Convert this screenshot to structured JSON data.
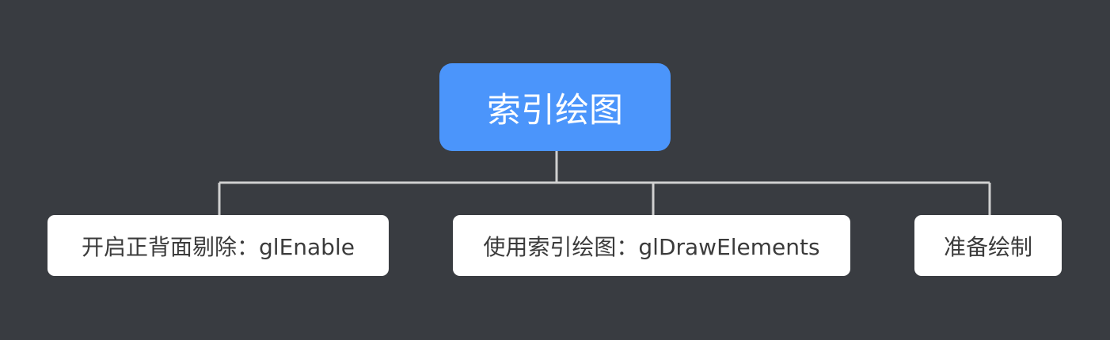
{
  "diagram": {
    "type": "mindmap",
    "colors": {
      "background": "#393c41",
      "root_fill": "#4b95fb",
      "root_text": "#ffffff",
      "child_fill": "#ffffff",
      "child_text": "#3b3b3b",
      "connector": "#d0d0d0"
    },
    "root": {
      "label": "索引绘图"
    },
    "children": [
      {
        "label": "开启正背面剔除：glEnable"
      },
      {
        "label": "使用索引绘图：glDrawElements"
      },
      {
        "label": "准备绘制"
      }
    ]
  }
}
